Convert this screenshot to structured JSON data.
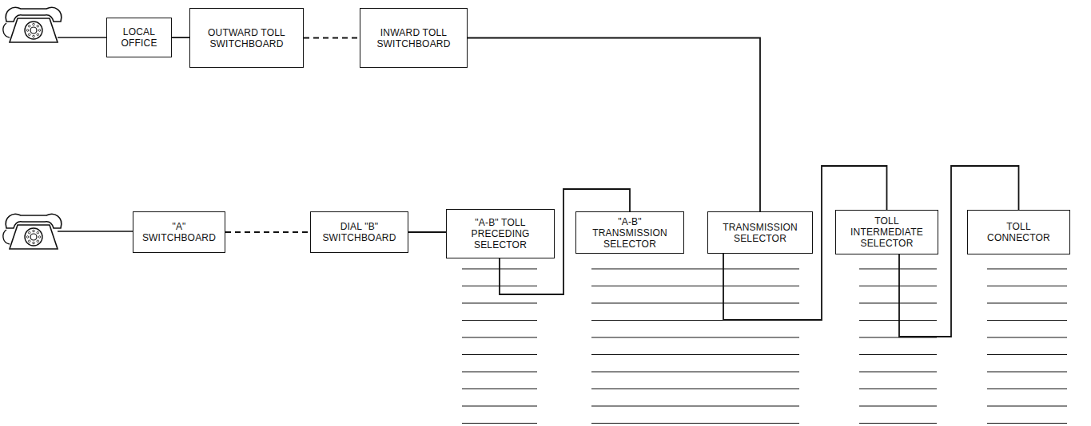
{
  "diagram": {
    "nodes": [
      {
        "text": [
          "LOCAL OFFICE"
        ]
      },
      {
        "text": [
          "OUTWARD TOLL SWITCHBOARD"
        ]
      },
      {
        "text": [
          "INWARD TOLL SWITCHBOARD"
        ]
      },
      {
        "text": [
          "\"A\" SWITCHBOARD"
        ]
      },
      {
        "text": [
          "DIAL \"B\" SWITCHBOARD"
        ]
      },
      {
        "text": [
          "\"A-B\" TOLL PRECEDING SELECTOR"
        ]
      },
      {
        "text": [
          "\"A-B\" TRANSMISSION SELECTOR"
        ]
      },
      {
        "text": [
          "TRANSMISSION SELECTOR"
        ]
      },
      {
        "text": [
          "TOLL INTERMEDIATE SELECTOR"
        ]
      },
      {
        "text": [
          "TOLL CONNECTOR"
        ]
      }
    ],
    "edges": [
      {
        "from": 0,
        "to": 1,
        "arrow": "none"
      },
      {
        "from": 1,
        "to": 2,
        "arrow": "none"
      },
      {
        "from": 2,
        "to": 7,
        "arrow": "none"
      },
      {
        "from": 3,
        "to": 4,
        "arrow": "none"
      },
      {
        "from": 4,
        "to": 5,
        "arrow": "none"
      },
      {
        "from": 5,
        "to": 6,
        "arrow": "none"
      },
      {
        "from": 7,
        "to": 8,
        "arrow": "none"
      },
      {
        "from": 8,
        "to": 9,
        "arrow": "none"
      }
    ]
  }
}
